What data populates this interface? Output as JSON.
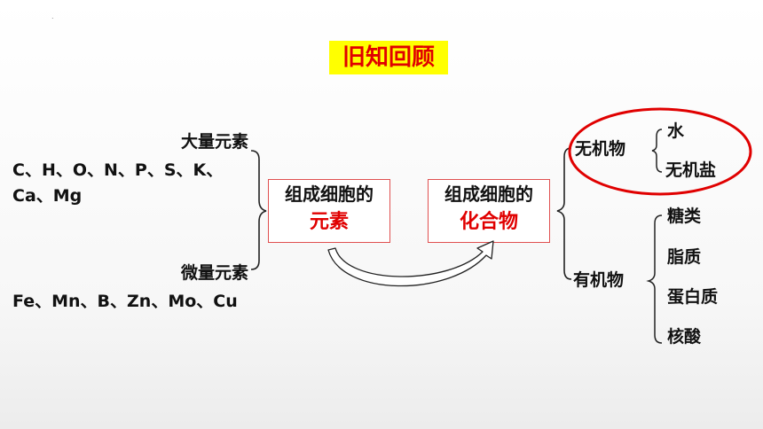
{
  "title": "旧知回顾",
  "left": {
    "macro_label": "大量元素",
    "macro_list_line1": "C、H、O、N、P、S、K、",
    "macro_list_line2": "Ca、Mg",
    "micro_label": "微量元素",
    "micro_list": "Fe、Mn、B、Zn、Mo、Cu"
  },
  "box_elements": {
    "line1": "组成细胞的",
    "line2": "元素"
  },
  "box_compounds": {
    "line1": "组成细胞的",
    "line2": "化合物"
  },
  "inorganic": {
    "label": "无机物",
    "items": [
      "水",
      "无机盐"
    ]
  },
  "organic": {
    "label": "有机物",
    "items": [
      "糖类",
      "脂质",
      "蛋白质",
      "核酸"
    ]
  },
  "colors": {
    "title_bg": "#ffff00",
    "accent_red": "#e00000",
    "box_border": "#e05050"
  }
}
